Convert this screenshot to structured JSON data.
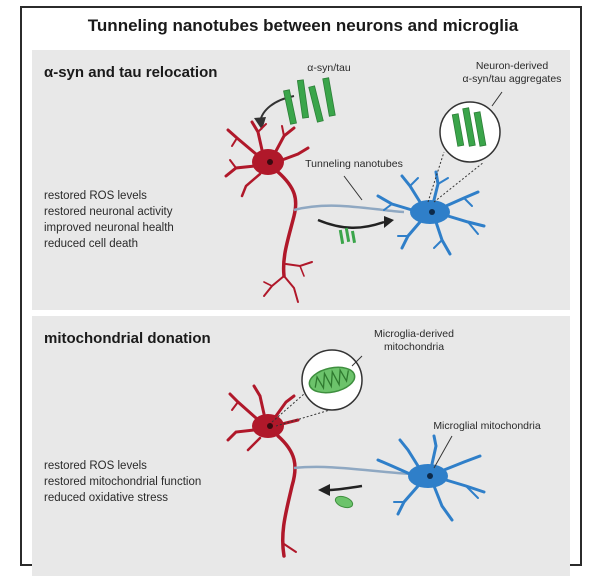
{
  "title": "Tunneling nanotubes between neurons and microglia",
  "panel1": {
    "heading": "α-syn and tau relocation",
    "label_aggregates": "α-syn/tau",
    "label_tnt": "Tunneling nanotubes",
    "label_derived_line1": "Neuron-derived",
    "label_derived_line2": "α-syn/tau aggregates",
    "outcomes": [
      "restored ROS levels",
      "restored neuronal activity",
      "improved neuronal health",
      "reduced cell death"
    ]
  },
  "panel2": {
    "heading": "mitochondrial donation",
    "label_derived_line1": "Microglia-derived",
    "label_derived_line2": "mitochondria",
    "label_microglial": "Microglial mitochondria",
    "outcomes": [
      "restored ROS levels",
      "restored mitochondrial function",
      "reduced oxidative stress"
    ]
  },
  "colors": {
    "neuron": "#b0182a",
    "microglia": "#2f7fc9",
    "aggregate": "#3aa54a",
    "mitochondria": "#6cc36b",
    "panel": "#e8e8e8"
  }
}
